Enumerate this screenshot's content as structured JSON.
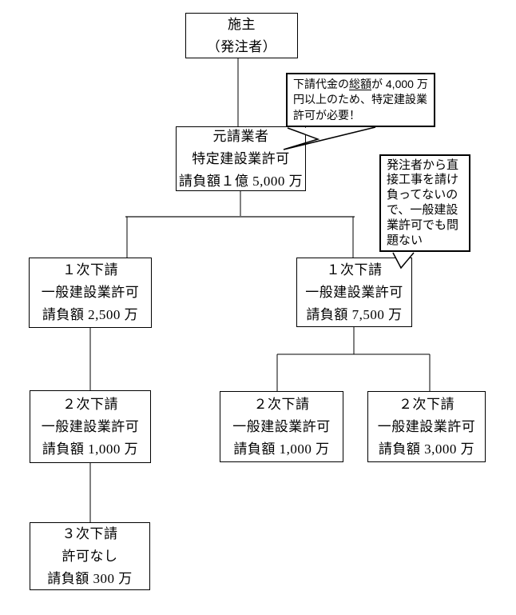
{
  "diagram": {
    "title_hint": "建設業許可の下請構造図",
    "nodes": {
      "owner": {
        "text": "施主\n（発注者）"
      },
      "prime": {
        "text": "元請業者\n特定建設業許可\n請負額１億 5,000 万"
      },
      "sub1_left": {
        "text": "１次下請\n一般建設業許可\n請負額 2,500 万"
      },
      "sub1_right": {
        "text": "１次下請\n一般建設業許可\n請負額 7,500 万"
      },
      "sub2_left": {
        "text": "２次下請\n一般建設業許可\n請負額 1,000 万"
      },
      "sub2_mid": {
        "text": "２次下請\n一般建設業許可\n請負額 1,000 万"
      },
      "sub2_right": {
        "text": "２次下請\n一般建設業許可\n請負額 3,000 万"
      },
      "sub3": {
        "text": "３次下請\n許可なし\n請負額 300 万"
      }
    },
    "callouts": {
      "special_license_note": {
        "pre": "下請代金の",
        "underlined": "総額",
        "post": "が 4,000 万\n円以上のため、特定建設業\n許可が必要！"
      },
      "general_license_note": {
        "text": "発注者から直\n接工事を請け\n負ってないの\nで、一般建設\n業許可でも問\n題ない"
      }
    },
    "colors": {
      "box_border": "#000000",
      "connector_line": "#000000",
      "branch_line_gray": "#6b6b6b",
      "text": "#000000",
      "background": "#ffffff"
    }
  }
}
